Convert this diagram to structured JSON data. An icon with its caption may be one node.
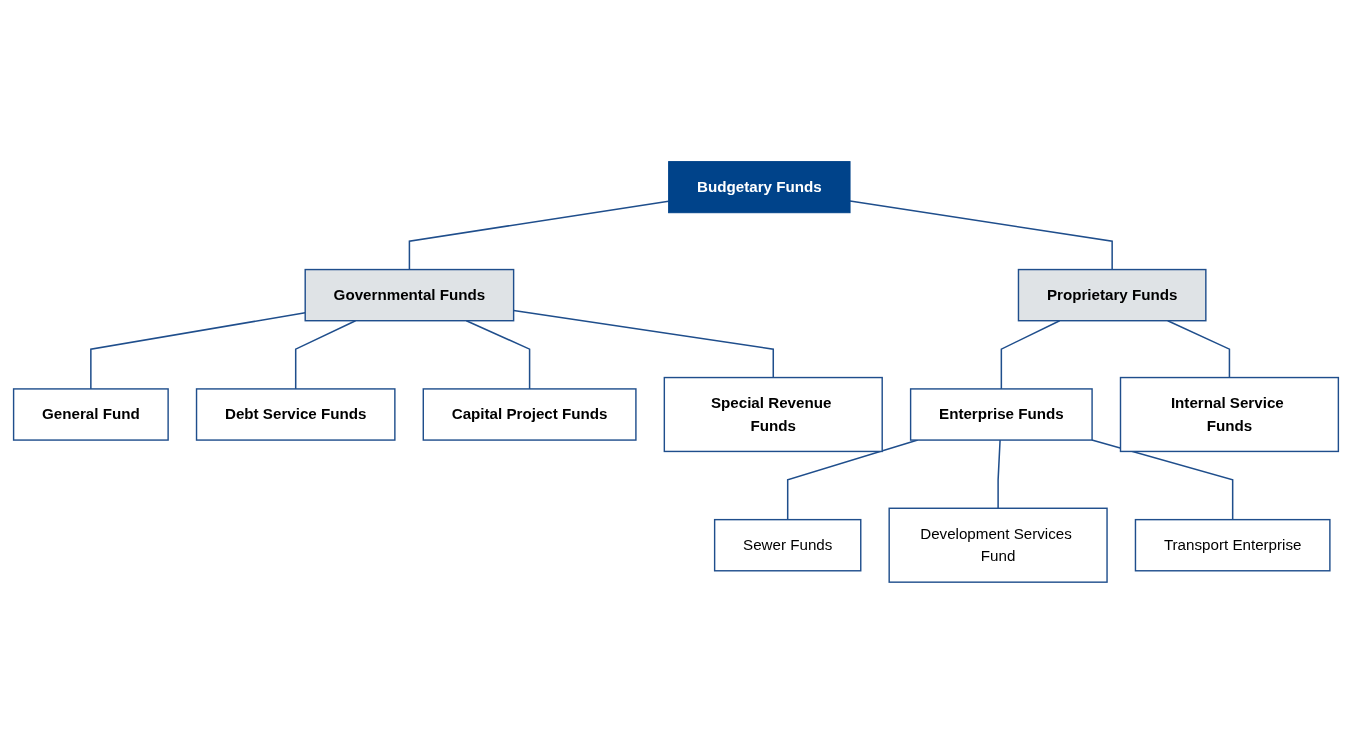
{
  "diagram": {
    "nodes": [
      {
        "text": [
          "Budgetary Funds"
        ]
      },
      {
        "text": [
          "Governmental Funds"
        ]
      },
      {
        "text": [
          "Proprietary Funds"
        ]
      },
      {
        "text": [
          "General Fund"
        ]
      },
      {
        "text": [
          "Debt Service Funds"
        ]
      },
      {
        "text": [
          "Capital Project Funds"
        ]
      },
      {
        "text": [
          "Special Revenue Funds"
        ]
      },
      {
        "text": [
          "Enterprise Funds"
        ]
      },
      {
        "text": [
          "Internal Service Funds"
        ]
      },
      {
        "text": [
          "Sewer Funds"
        ]
      },
      {
        "text": [
          "Development Services Fund"
        ]
      },
      {
        "text": [
          "Transport Enterprise"
        ]
      }
    ],
    "edges": [
      {
        "from": 0,
        "to": 1,
        "arrow": "none"
      },
      {
        "from": 0,
        "to": 2,
        "arrow": "none"
      },
      {
        "from": 1,
        "to": 3,
        "arrow": "none"
      },
      {
        "from": 1,
        "to": 4,
        "arrow": "none"
      },
      {
        "from": 1,
        "to": 5,
        "arrow": "none"
      },
      {
        "from": 1,
        "to": 6,
        "arrow": "none"
      },
      {
        "from": 2,
        "to": 7,
        "arrow": "none"
      },
      {
        "from": 2,
        "to": 8,
        "arrow": "none"
      },
      {
        "from": 7,
        "to": 9,
        "arrow": "none"
      },
      {
        "from": 7,
        "to": 10,
        "arrow": "none"
      },
      {
        "from": 7,
        "to": 11,
        "arrow": "none"
      }
    ]
  }
}
